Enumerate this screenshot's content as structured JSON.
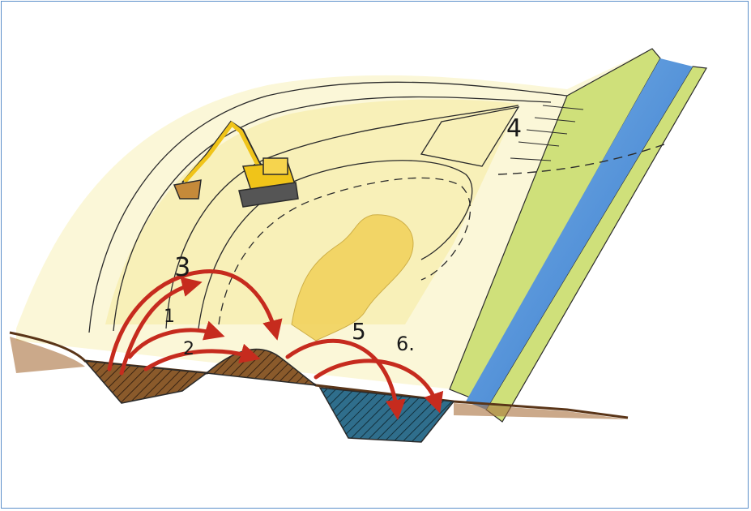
{
  "diagram": {
    "step_labels": [
      "1",
      "2",
      "3",
      "4",
      "5",
      "6."
    ],
    "colors": {
      "frame_border": "#5b8fc9",
      "arrow": "#c62b1e",
      "water": "#4b8fd8",
      "bank_green": "#cfe07a",
      "field_yellow": "#f3e89a",
      "soil_brown": "#8a5a2b",
      "excavator": "#f0c419"
    }
  }
}
